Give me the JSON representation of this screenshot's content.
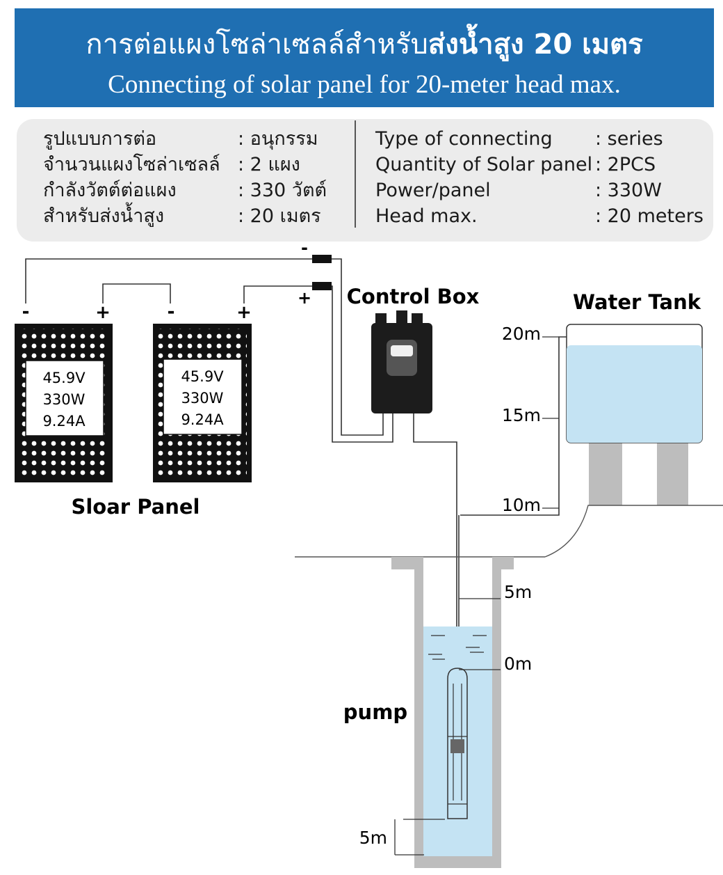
{
  "header": {
    "title_th_regular": "การต่อแผงโซล่าเซลล์สำหรับ",
    "title_th_bold": "ส่งน้ำสูง 20 เมตร",
    "title_en": "Connecting of solar panel for 20-meter head max."
  },
  "spec_th": [
    {
      "label": "รูปแบบการต่อ",
      "value": ": อนุกรรม"
    },
    {
      "label": "จำนวนแผงโซล่าเซลล์",
      "value": ": 2 แผง"
    },
    {
      "label": "กำลังวัตต์ต่อแผง",
      "value": ": 330 วัตต์"
    },
    {
      "label": "สำหรับส่งน้ำสูง",
      "value": ": 20 เมตร"
    }
  ],
  "spec_en": [
    {
      "label": "Type of connecting",
      "value": ": series"
    },
    {
      "label": "Quantity of Solar panel",
      "value": ": 2PCS"
    },
    {
      "label": "Power/panel",
      "value": ": 330W"
    },
    {
      "label": "Head max.",
      "value": ": 20 meters"
    }
  ],
  "panels": [
    {
      "voltage": "45.9V",
      "power": "330W",
      "current": "9.24A",
      "left_terminal": "-",
      "right_terminal": "+"
    },
    {
      "voltage": "45.9V",
      "power": "330W",
      "current": "9.24A",
      "left_terminal": "-",
      "right_terminal": "+"
    }
  ],
  "panel_label": "Sloar Panel",
  "connector": {
    "minus": "-",
    "plus": "+"
  },
  "control_box_label": "Control Box",
  "water_tank_label": "Water Tank",
  "pump_label": "pump",
  "height_marks": [
    "20m",
    "15m",
    "10m",
    "5m",
    "0m"
  ],
  "depth_mark": "5m",
  "colors": {
    "header_bg": "#1f6fb2",
    "spec_bg": "#ececec",
    "water": "#c4e3f3",
    "concrete": "#bdbdbd",
    "panel": "#111111",
    "control_box": "#1c1c1c"
  }
}
